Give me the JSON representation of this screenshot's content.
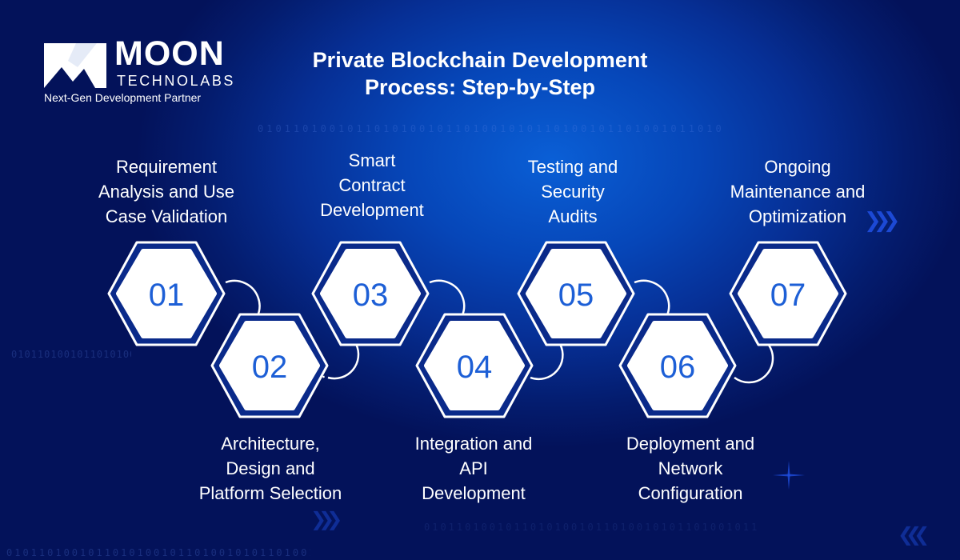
{
  "brand": {
    "name": "MOON",
    "subname": "TECHNOLABS",
    "tagline": "Next-Gen Development Partner"
  },
  "title": {
    "line1": "Private Blockchain Development",
    "line2": "Process: Step-by-Step"
  },
  "colors": {
    "background_dark": "#03125a",
    "background_glow": "#0a5fd6",
    "hex_ring": "#0a2a8a",
    "hex_fill": "#ffffff",
    "number_color": "#1d5fd6",
    "accent_chevron": "#1f4ee0"
  },
  "steps": [
    {
      "number": "01",
      "lines": [
        "Requirement",
        "Analysis and Use",
        "Case Validation"
      ],
      "position": "top"
    },
    {
      "number": "02",
      "lines": [
        "Architecture,",
        "Design and",
        "Platform Selection"
      ],
      "position": "bottom"
    },
    {
      "number": "03",
      "lines": [
        "Smart",
        "Contract",
        "Development"
      ],
      "position": "top"
    },
    {
      "number": "04",
      "lines": [
        "Integration and",
        "API",
        "Development"
      ],
      "position": "bottom"
    },
    {
      "number": "05",
      "lines": [
        "Testing and",
        "Security",
        "Audits"
      ],
      "position": "top"
    },
    {
      "number": "06",
      "lines": [
        "Deployment and",
        "Network",
        "Configuration"
      ],
      "position": "bottom"
    },
    {
      "number": "07",
      "lines": [
        "Ongoing",
        "Maintenance and",
        "Optimization"
      ],
      "position": "top"
    }
  ],
  "decor": {
    "chevron_right": "❯❯❯",
    "chevron_left": "❮❮❮",
    "binary_text": "0101101001011010100101101001010110100101101001011010",
    "plus": "+"
  }
}
